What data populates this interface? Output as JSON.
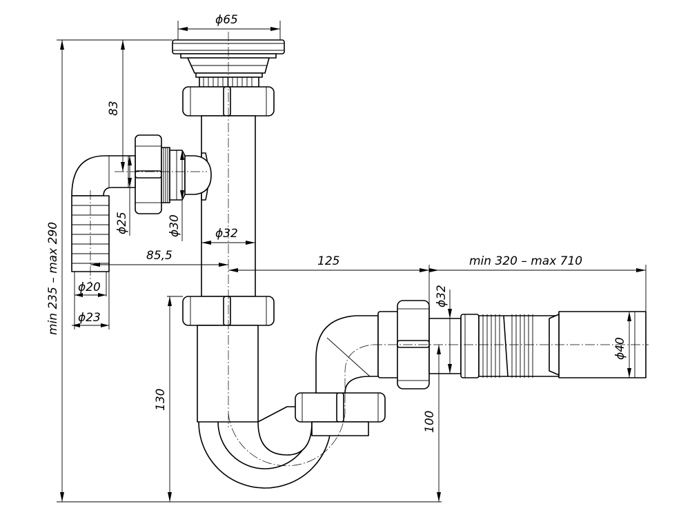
{
  "dimensions": {
    "d65": "ϕ65",
    "h83": "83",
    "d25": "ϕ25",
    "d30": "ϕ30",
    "d32_vertical": "ϕ32",
    "l85_5": "85,5",
    "d20": "ϕ20",
    "d23": "ϕ23",
    "height_range": "min 235 – max 290",
    "l125": "125",
    "hose_range": "min 320 – max 710",
    "d32_outlet": "ϕ32",
    "d40": "ϕ40",
    "h130": "130",
    "h100": "100"
  }
}
